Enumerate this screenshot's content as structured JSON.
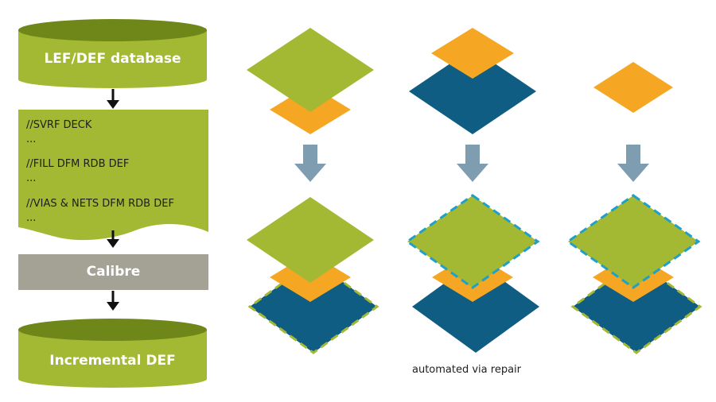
{
  "colors": {
    "green": "#a3b934",
    "green_dark": "#6f8718",
    "orange": "#f5a623",
    "blue": "#0f5d82",
    "gray": "#a3a294",
    "arrow_gray": "#7f9db0",
    "dash": "#1ea0c8",
    "text_dark": "#1e1e1e"
  },
  "flow": {
    "database_label": "LEF/DEF database",
    "deck_lines": [
      "//SVRF DECK",
      "...",
      "//FILL DFM RDB DEF",
      "...",
      "//VIAS & NETS DFM RDB DEF",
      "..."
    ],
    "tool_label": "Calibre",
    "output_label": "Incremental DEF"
  },
  "columns": [
    {
      "id": "col-1",
      "caption": ""
    },
    {
      "id": "col-2",
      "caption": "automated via repair"
    },
    {
      "id": "col-3",
      "caption": ""
    }
  ]
}
